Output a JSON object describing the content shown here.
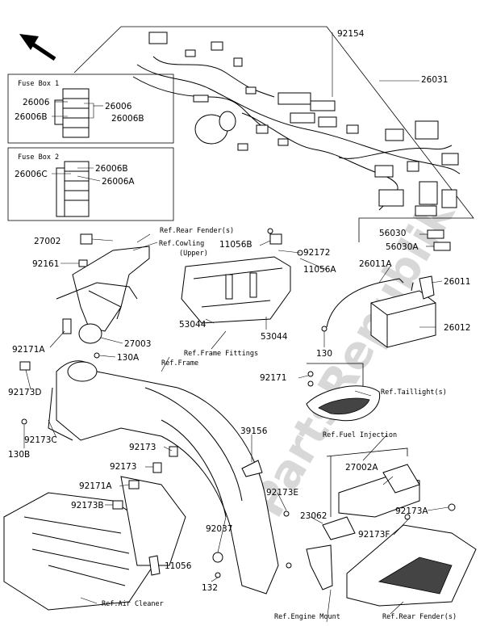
{
  "fuse_box_1": {
    "title": "Fuse Box 1",
    "labels": [
      "26006",
      "26006B",
      "26006",
      "26006B"
    ]
  },
  "fuse_box_2": {
    "title": "Fuse Box 2",
    "labels": [
      "26006C",
      "26006B",
      "26006A"
    ]
  },
  "refs": {
    "rear_fender_top": "Ref.Rear Fender(s)",
    "cowling_upper_1": "Ref.Cowling",
    "cowling_upper_2": "(Upper)",
    "frame_fittings": "Ref.Frame Fittings",
    "frame": "Ref.Frame",
    "taillight": "Ref.Taillight(s)",
    "fuel_injection": "Ref.Fuel Injection",
    "air_cleaner": "Ref.Air Cleaner",
    "engine_mount": "Ref.Engine Mount",
    "rear_fender_bottom": "Ref.Rear Fender(s)"
  },
  "parts": {
    "p92154": "92154",
    "p26031": "26031",
    "p56030": "56030",
    "p56030A": "56030A",
    "p27002": "27002",
    "p92161": "92161",
    "p11056B": "11056B",
    "p92172": "92172",
    "p11056A": "11056A",
    "p26011A": "26011A",
    "p26011": "26011",
    "p53044a": "53044",
    "p53044b": "53044",
    "p26012": "26012",
    "p92171A_top": "92171A",
    "p27003": "27003",
    "p130A": "130A",
    "p130": "130",
    "p92173D": "92173D",
    "p92171": "92171",
    "p92173C": "92173C",
    "p130B": "130B",
    "p39156": "39156",
    "p92173a": "92173",
    "p92173b": "92173",
    "p27002A": "27002A",
    "p92171A_mid": "92171A",
    "p92173E": "92173E",
    "p92173B": "92173B",
    "p92173A": "92173A",
    "p23062": "23062",
    "p92037": "92037",
    "p92173F": "92173F",
    "p11056": "11056",
    "p132": "132"
  },
  "watermark": "PartsRepublik",
  "arrow_icon": "front-direction-arrow"
}
